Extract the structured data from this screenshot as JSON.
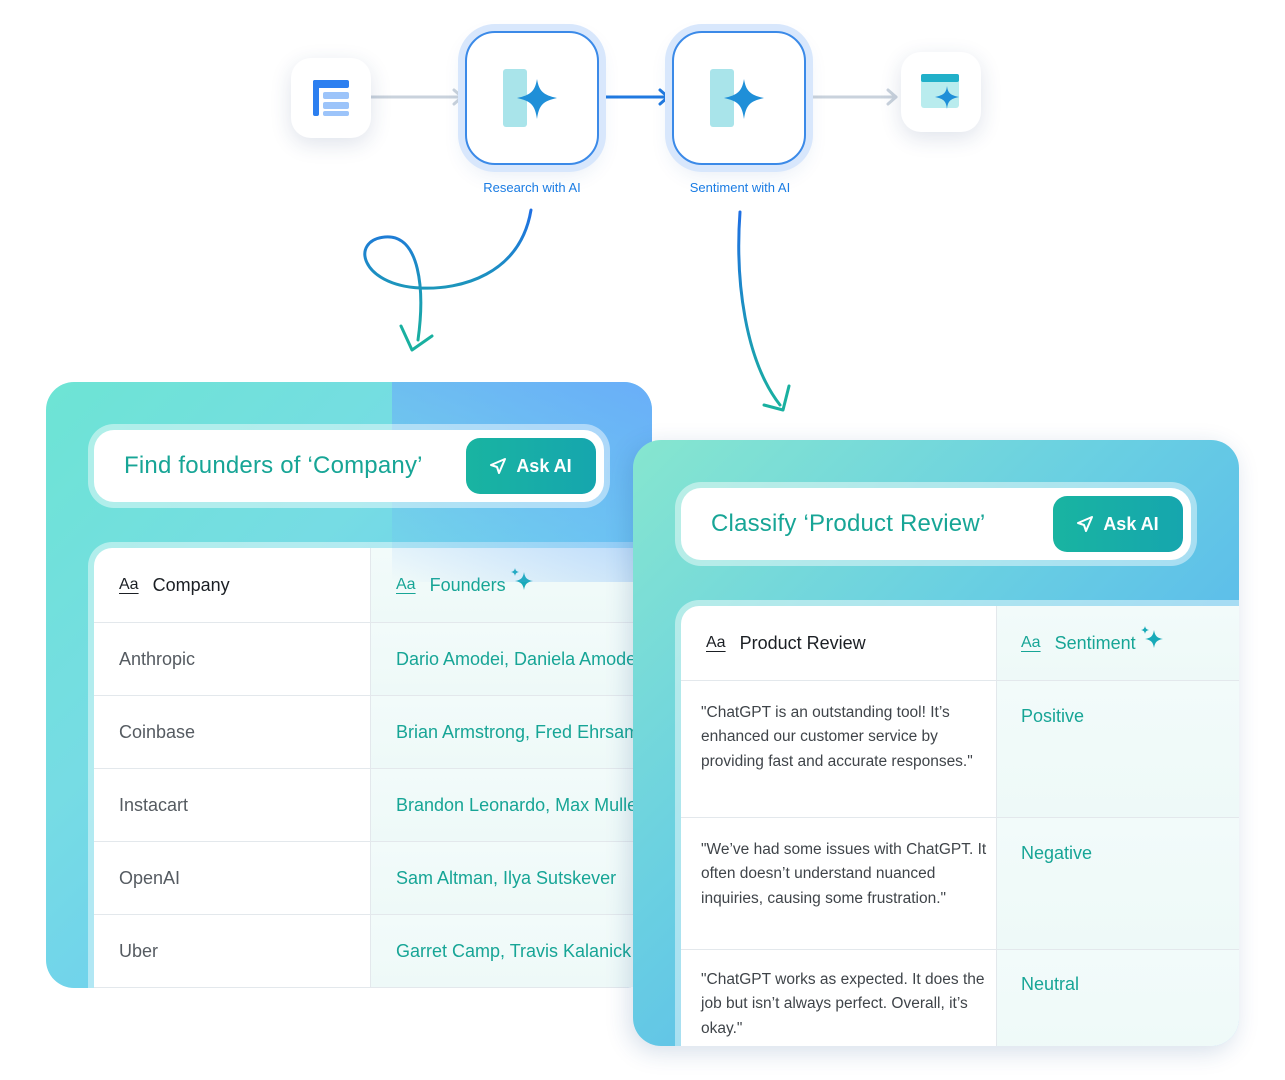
{
  "workflow": {
    "nodes": [
      {
        "id": "source",
        "icon": "table-icon"
      },
      {
        "id": "research",
        "icon": "ai-sparkle-icon",
        "label": "Research with AI"
      },
      {
        "id": "sentiment",
        "icon": "ai-sparkle-icon",
        "label": "Sentiment with AI"
      },
      {
        "id": "output",
        "icon": "ai-window-icon"
      }
    ]
  },
  "research_panel": {
    "prompt": "Find founders of ‘Company’",
    "ask_button": "Ask AI",
    "field_type_glyph": "Aa",
    "columns": [
      "Company",
      "Founders"
    ],
    "rows": [
      [
        "Anthropic",
        "Dario Amodei, Daniela Amodei"
      ],
      [
        "Coinbase",
        "Brian Armstrong, Fred Ehrsam"
      ],
      [
        "Instacart",
        "Brandon Leonardo, Max Mullen"
      ],
      [
        "OpenAI",
        "Sam Altman, Ilya Sutskever"
      ],
      [
        "Uber",
        "Garret Camp, Travis Kalanick"
      ]
    ]
  },
  "sentiment_panel": {
    "prompt": "Classify ‘Product Review’",
    "ask_button": "Ask AI",
    "field_type_glyph": "Aa",
    "columns": [
      "Product Review",
      "Sentiment"
    ],
    "rows": [
      [
        "\"ChatGPT is an outstanding tool! It’s enhanced our customer service by providing fast and accurate responses.\"",
        "Positive"
      ],
      [
        "\"We’ve had some issues with ChatGPT. It often doesn’t understand nuanced inquiries, causing some frustration.\"",
        "Negative"
      ],
      [
        "\"ChatGPT works as expected. It does the job but isn’t always perfect. Overall, it’s okay.\"",
        "Neutral"
      ]
    ]
  },
  "colors": {
    "accent_blue": "#1a7ce3",
    "accent_teal": "#17a596",
    "button_teal": "#19b4a1"
  }
}
